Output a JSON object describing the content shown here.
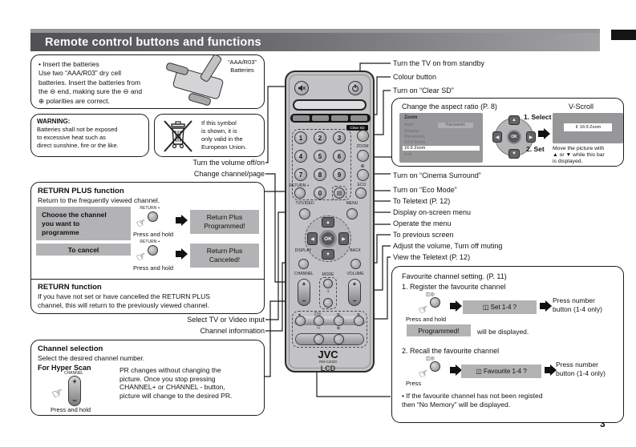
{
  "header": {
    "title": "Remote control buttons and functions"
  },
  "page_number": "3",
  "battery_box": {
    "text": "• Insert the batteries\nUse two “AAA/R03” dry cell\nbatteries. Insert the batteries from\nthe ⊖ end, making sure the ⊖ and\n⊕ polarities are correct.",
    "battery_label": "“AAA/R03”\nBatteries"
  },
  "warning_box": {
    "title": "WARNING:",
    "text": "Batteries shall not be exposed\nto excessive heat such as\ndirect sunshine, fire or the like."
  },
  "eu_box": {
    "text": "If this symbol\nis shown, it is\nonly valid in the\nEuropean Union."
  },
  "callouts_left": {
    "volume_onoff": "Turn the volume off/on",
    "change_channel": "Change channel/page",
    "select_input": "Select TV or Video input",
    "channel_info": "Channel information"
  },
  "callouts_right": {
    "standby": "Turn the TV on from standby",
    "colour": "Colour button",
    "clear_sd": "Turn on “Clear SD”",
    "cinema": "Turn on “Cinema Surround”",
    "eco": "Turn on “Eco Mode”",
    "teletext": "To Teletext (P. 12)",
    "osd_menu": "Display on-screen menu",
    "operate": "Operate the menu",
    "previous": "To previous screen",
    "volume": "Adjust the volume, Turn off muting",
    "view_teletext": "View the Teletext (P. 12)"
  },
  "return_plus_box": {
    "title": "RETURN PLUS function",
    "subtitle": "Return to the frequently viewed channel.",
    "choose": "Choose the channel\nyou want to\nprogramme",
    "cancel": "To cancel",
    "return_key": "RETURN +",
    "press_and_hold": "Press and hold",
    "programmed": "Return Plus\nProgrammed!",
    "canceled": "Return Plus\nCanceled!",
    "return_title": "RETURN function",
    "return_text": "If you have not set or have cancelled the RETURN PLUS\nchannel, this will return to the previously viewed channel."
  },
  "channel_box": {
    "title": "Channel selection",
    "subtitle": "Select the desired channel number.",
    "hyper_scan": "For Hyper Scan",
    "channel_key": "CHANNEL",
    "press_and_hold": "Press and hold",
    "text": "PR changes without changing the\npicture. Once you stop pressing\nCHANNEL+ or CHANNEL - button,\npicture will change to the desired PR."
  },
  "aspect_box": {
    "title": "Change the aspect ratio (P. 8)",
    "vscroll_title": "V-Scroll",
    "menu_title": "Zoom",
    "menu_items": [
      "Auto",
      "Regular",
      "Panoramic",
      "14:9 Zoom",
      "16:9 Zoom",
      "Full"
    ],
    "menu_badge": "Panoramic",
    "step_select": "1. Select",
    "step_set": "2. Set",
    "ok": "OK",
    "vscroll_bar": "⇕ 16:9 Zoom",
    "vscroll_text": "Move the picture with\n▲ or ▼ while this bar\nis displayed."
  },
  "favourite_box": {
    "title": "Favourite channel setting. (P. 11)",
    "step1": "1. Register the favourite channel",
    "set_prompt": "◫ Set 1-4 ?",
    "press_number": "Press number\nbutton (1-4 only)",
    "press_and_hold": "Press and hold",
    "programmed": "Programmed!",
    "programmed_suffix": "will be displayed.",
    "step2": "2. Recall the favourite channel",
    "favourite_prompt": "◫ Favourite 1-4 ?",
    "press": "Press",
    "note": "• If the favourite channel has not been registed\nthen “No Memory” will be displayed."
  },
  "remote": {
    "digits": [
      "1",
      "2",
      "3",
      "4",
      "5",
      "6",
      "7",
      "8",
      "9",
      "0"
    ],
    "labels": {
      "return_key": "RETURN +",
      "tv_video": "TV/VIDEO",
      "menu": "MENU",
      "display": "DISPLAY",
      "back": "BACK",
      "channel": "CHANNEL",
      "mode": "MODE",
      "volume": "VOLUME",
      "zoom": "ZOOM",
      "eco": "ECO",
      "clear_sd": "Clear SD",
      "ok": "OK",
      "plus": "+",
      "minus": "−",
      "brand": "JVC",
      "model": "RM-C2020",
      "lcd": "LCD"
    },
    "icons": {
      "teletext": "▤",
      "surround": "⊕",
      "favourite_book": "◫",
      "favourite_target": "◎",
      "reveal": "◄",
      "index": "▥",
      "hold": "⊞",
      "subpage": "↪",
      "cancel": "⊗",
      "question": "?"
    }
  },
  "hand_glyph": "☞"
}
